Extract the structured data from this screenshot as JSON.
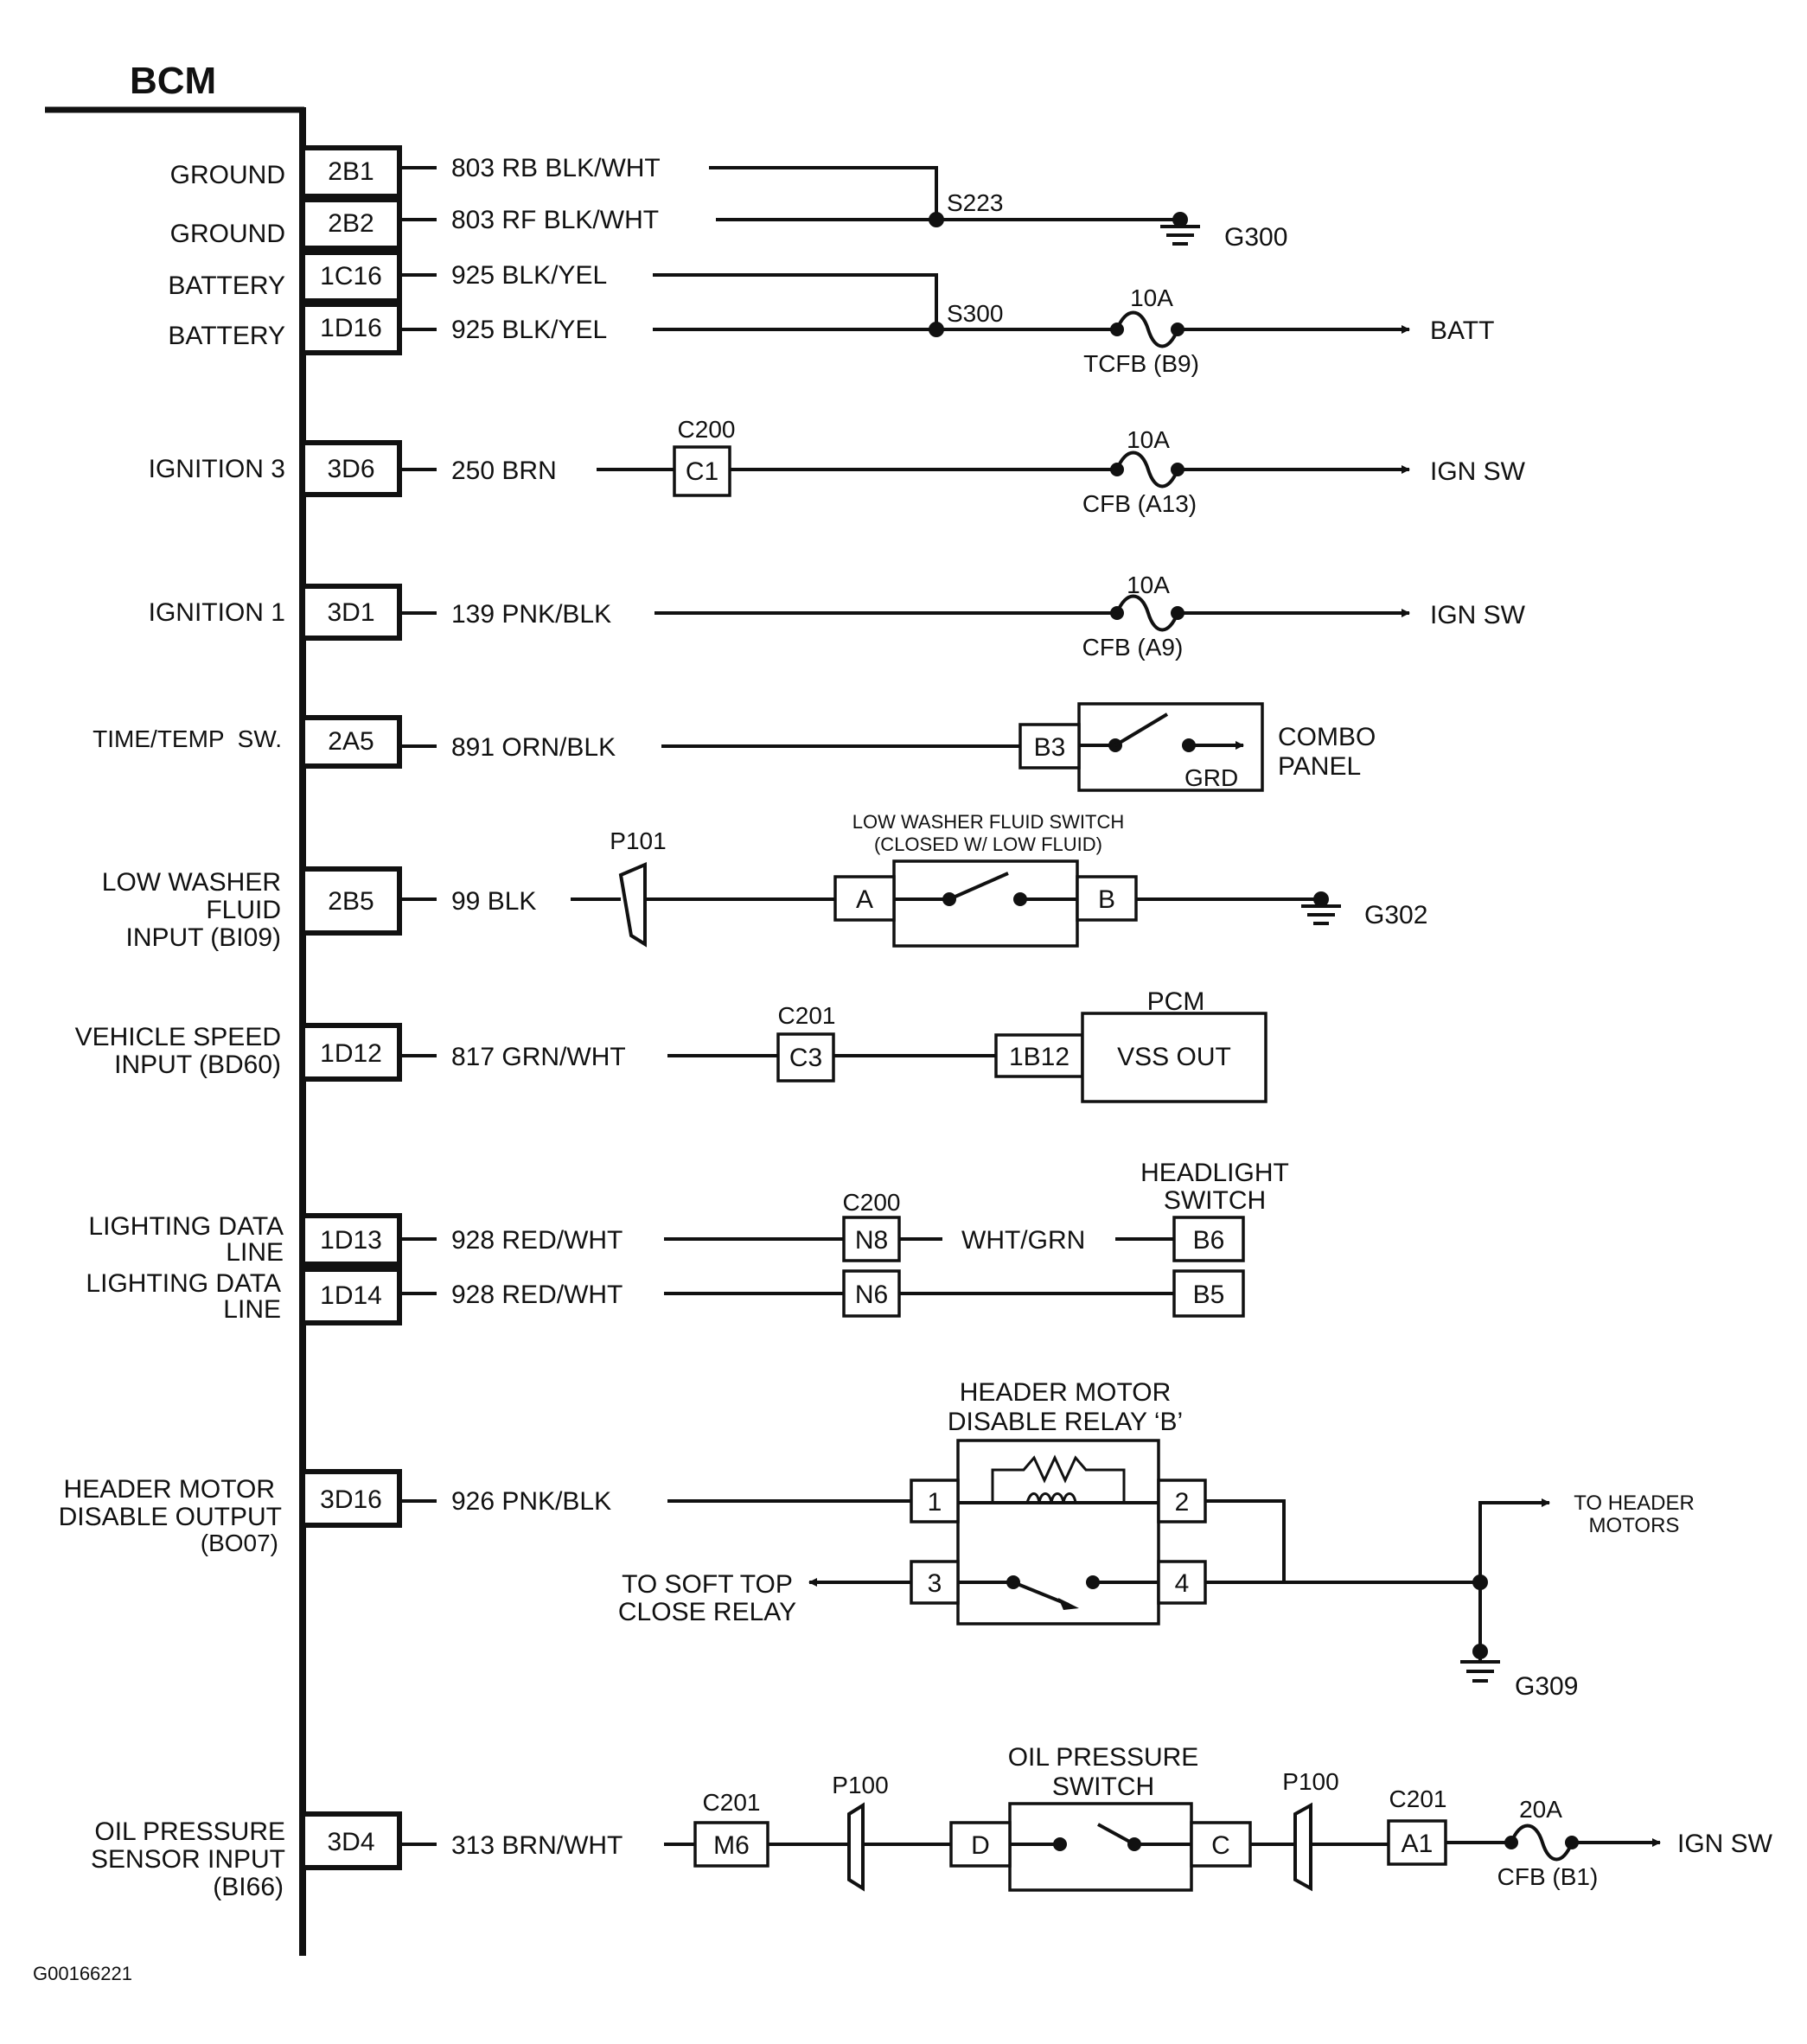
{
  "title": "BCM",
  "figure_code": "G00166221",
  "circuits": {
    "ground1": {
      "label": "GROUND",
      "pin": "2B1",
      "wire": "803 RB BLK/WHT"
    },
    "ground2": {
      "label": "GROUND",
      "pin": "2B2",
      "wire": "803 RF BLK/WHT"
    },
    "battery1": {
      "label": "BATTERY",
      "pin": "1C16",
      "wire": "925 BLK/YEL"
    },
    "battery2": {
      "label": "BATTERY",
      "pin": "1D16",
      "wire": "925 BLK/YEL"
    },
    "ign3": {
      "label": "IGNITION 3",
      "pin": "3D6",
      "wire": "250 BRN"
    },
    "ign1": {
      "label": "IGNITION 1",
      "pin": "3D1",
      "wire": "139 PNK/BLK"
    },
    "timetemp": {
      "label": "TIME/TEMP  SW.",
      "pin": "2A5",
      "wire": "891 ORN/BLK"
    },
    "washer": {
      "label_lines": [
        "LOW WASHER",
        "FLUID",
        "INPUT (BI09)"
      ],
      "pin": "2B5",
      "wire": "99 BLK"
    },
    "vss": {
      "label_lines": [
        "VEHICLE SPEED",
        "INPUT (BD60)"
      ],
      "pin": "1D12",
      "wire": "817 GRN/WHT"
    },
    "light1": {
      "label_lines": [
        "LIGHTING DATA",
        "LINE"
      ],
      "pin": "1D13",
      "wire": "928 RED/WHT"
    },
    "light2": {
      "label_lines": [
        "LIGHTING DATA",
        "LINE"
      ],
      "pin": "1D14",
      "wire": "928 RED/WHT"
    },
    "header": {
      "label_lines": [
        "HEADER MOTOR",
        "DISABLE OUTPUT",
        "(BO07)"
      ],
      "pin": "3D16",
      "wire": "926 PNK/BLK"
    },
    "oil": {
      "label_lines": [
        "OIL PRESSURE",
        "SENSOR INPUT",
        "(BI66)"
      ],
      "pin": "3D4",
      "wire": "313 BRN/WHT"
    }
  },
  "splices": {
    "s223": "S223",
    "s300": "S300"
  },
  "grounds": {
    "g300": "G300",
    "g302": "G302",
    "g309": "G309"
  },
  "fuses": {
    "batt": {
      "rating": "10A",
      "name": "TCFB (B9)"
    },
    "ign3": {
      "rating": "10A",
      "name": "CFB (A13)"
    },
    "ign1": {
      "rating": "10A",
      "name": "CFB (A9)"
    },
    "oil": {
      "rating": "20A",
      "name": "CFB (B1)"
    }
  },
  "destinations": {
    "batt": "BATT",
    "ign_sw": "IGN SW",
    "header_motors": [
      "TO HEADER",
      "MOTORS"
    ],
    "soft_top": [
      "TO SOFT TOP",
      "CLOSE RELAY"
    ]
  },
  "connectors": {
    "c200": "C200",
    "c200_pin_c1": "C1",
    "c201": "C201",
    "c201_pin_c3": "C3",
    "c200_pin_n8": "N8",
    "c200_pin_n6": "N6",
    "p101": "P101",
    "p100": "P100",
    "c201_pin_m6": "M6",
    "c201_pin_a1": "A1"
  },
  "combo_panel": {
    "pin": "B3",
    "grd": "GRD",
    "label_lines": [
      "COMBO",
      "PANEL"
    ]
  },
  "washer_switch": {
    "title_lines": [
      "LOW WASHER FLUID SWITCH",
      "(CLOSED W/ LOW FLUID)"
    ],
    "pin_a": "A",
    "pin_b": "B"
  },
  "pcm": {
    "title": "PCM",
    "pin": "1B12",
    "box": "VSS OUT"
  },
  "headlight_switch": {
    "title_lines": [
      "HEADLIGHT",
      "SWITCH"
    ],
    "pin_b6": "B6",
    "pin_b5": "B5",
    "wire": "WHT/GRN"
  },
  "relay": {
    "title_lines": [
      "HEADER MOTOR",
      "DISABLE RELAY ‘B’"
    ],
    "pins": [
      "1",
      "2",
      "3",
      "4"
    ]
  },
  "oil_switch": {
    "title_lines": [
      "OIL PRESSURE",
      "SWITCH"
    ],
    "pin_d": "D",
    "pin_c": "C"
  }
}
